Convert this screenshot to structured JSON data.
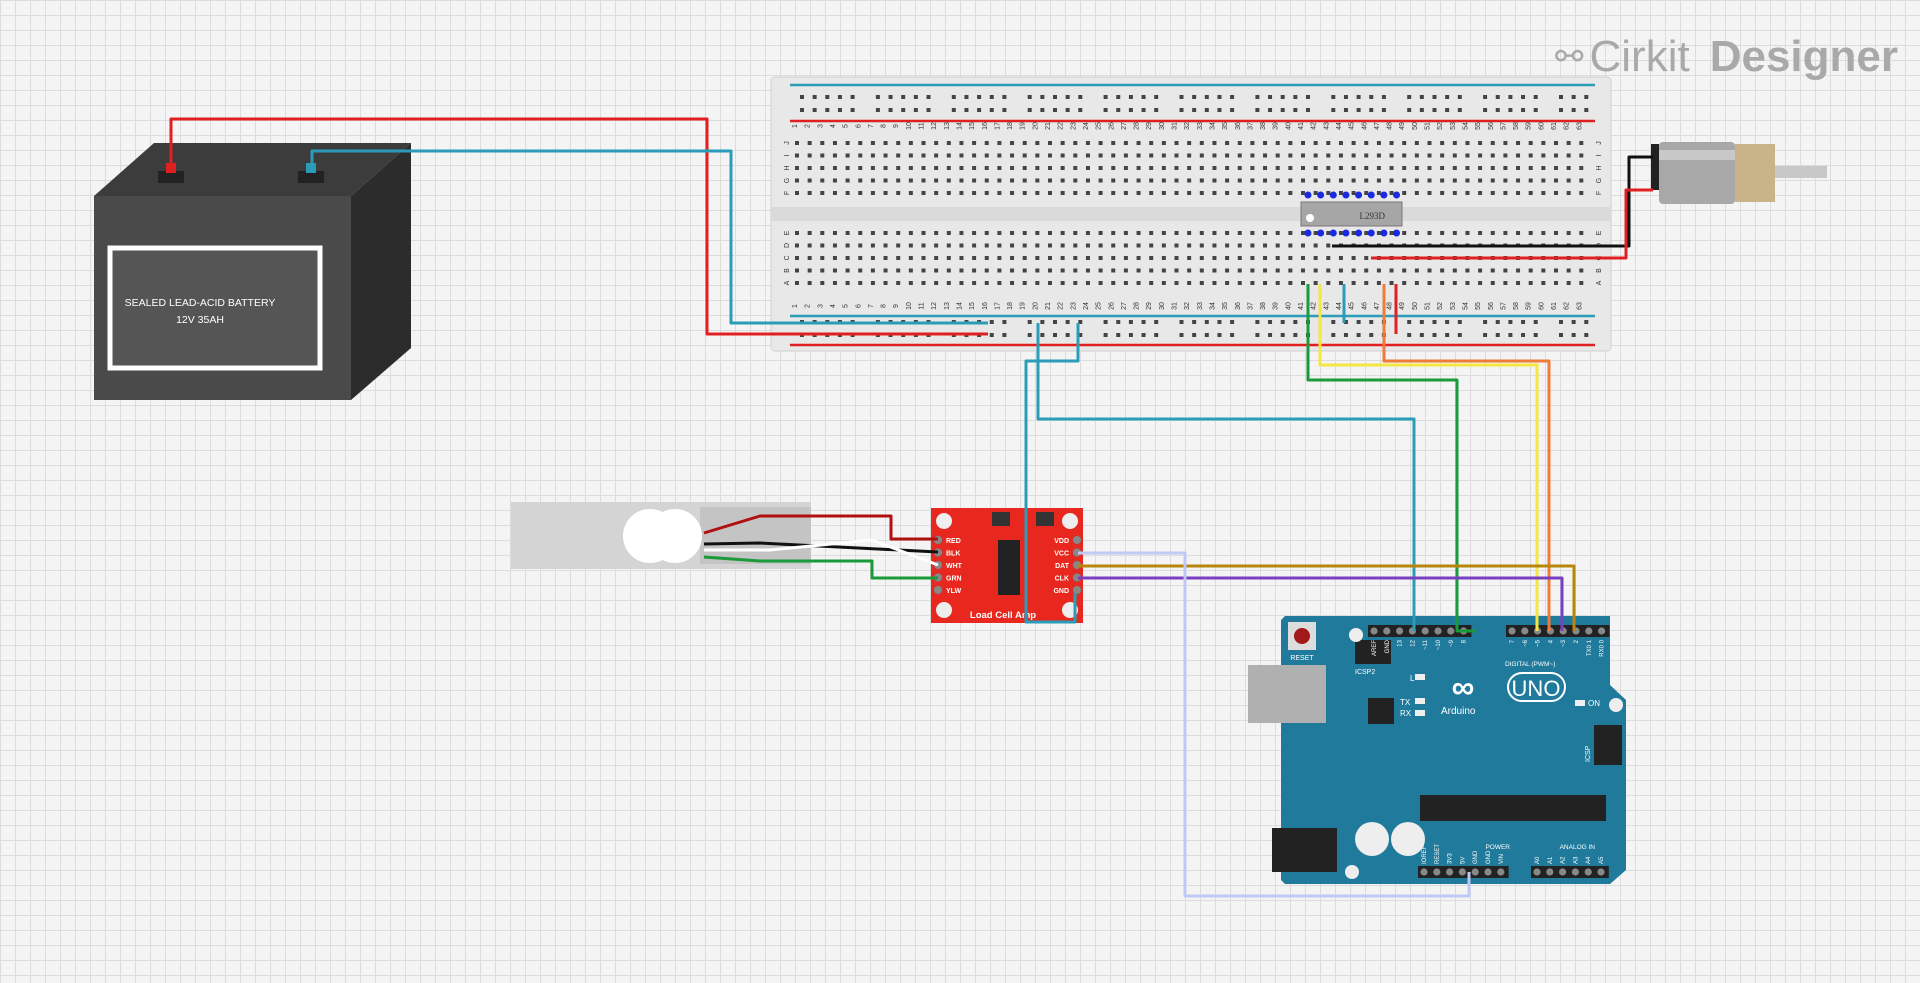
{
  "app": {
    "logo_word1": "Cirkit",
    "logo_word2": "Designer"
  },
  "battery": {
    "line1": "SEALED LEAD-ACID BATTERY",
    "line2": "12V 35AH"
  },
  "breadboard": {
    "row_letters_top": [
      "J",
      "I",
      "H",
      "G",
      "F"
    ],
    "row_letters_bottom": [
      "E",
      "D",
      "C",
      "B",
      "A"
    ],
    "column_labels": [
      "1",
      "2",
      "3",
      "4",
      "5",
      "6",
      "7",
      "8",
      "9",
      "10",
      "11",
      "12",
      "13",
      "14",
      "15",
      "16",
      "17",
      "18",
      "19",
      "20",
      "21",
      "22",
      "23",
      "24",
      "25",
      "26",
      "27",
      "28",
      "29",
      "30",
      "31",
      "32",
      "33",
      "34",
      "35",
      "36",
      "37",
      "38",
      "39",
      "40",
      "41",
      "42",
      "43",
      "44",
      "45",
      "46",
      "47",
      "48",
      "49",
      "50",
      "51",
      "52",
      "53",
      "54",
      "55",
      "56",
      "57",
      "58",
      "59",
      "60",
      "61",
      "62",
      "63"
    ]
  },
  "ic": {
    "label": "L293D"
  },
  "hx711": {
    "title": "Load Cell Amp",
    "left_pins": [
      "RED",
      "BLK",
      "WHT",
      "GRN",
      "YLW"
    ],
    "right_pins": [
      "VDD",
      "VCC",
      "DAT",
      "CLK",
      "GND"
    ]
  },
  "arduino": {
    "reset": "RESET",
    "icsp2": "ICSP2",
    "icsp": "ICSP",
    "brand": "Arduino",
    "model": "UNO",
    "on": "ON",
    "led_l": "L",
    "led_tx": "TX",
    "led_rx": "RX",
    "digital_label": "DIGITAL (PWM~)",
    "digital_pins": [
      "AREF",
      "GND",
      "13",
      "12",
      "~11",
      "~10",
      "~9",
      "8",
      "7",
      "~6",
      "~5",
      "4",
      "~3",
      "2",
      "TX0 1",
      "RX0 0"
    ],
    "power_label": "POWER",
    "power_pins": [
      "IOREF",
      "RESET",
      "3V3",
      "5V",
      "GND",
      "GND",
      "VIN"
    ],
    "analog_label": "ANALOG IN",
    "analog_pins": [
      "A0",
      "A1",
      "A2",
      "A3",
      "A4",
      "A5"
    ]
  },
  "colors": {
    "wire_red": "#e02020",
    "wire_teal": "#2a9cb8",
    "wire_black": "#111111",
    "wire_green": "#1a9a3a",
    "wire_yellow": "#f5e642",
    "wire_orange": "#f07a3a",
    "wire_brown": "#b8860b",
    "wire_purple": "#7a3fc0",
    "wire_lavender": "#c0c8f5",
    "arduino": "#1f7a9c",
    "hx711": "#e8281e"
  }
}
